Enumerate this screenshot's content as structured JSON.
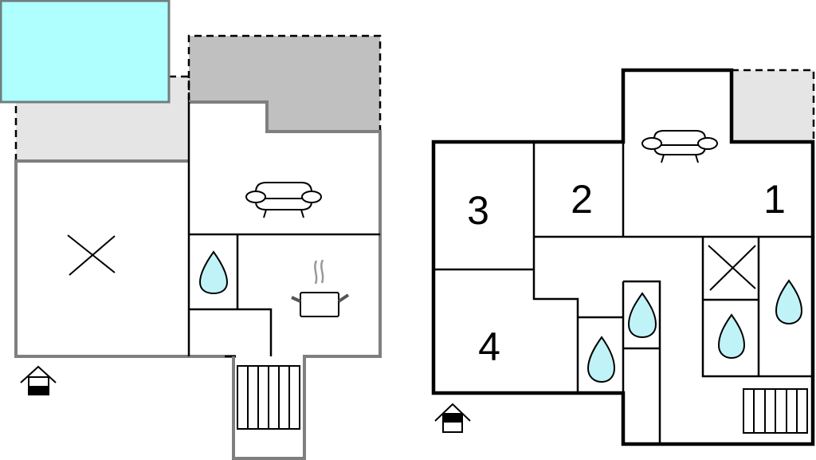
{
  "colors": {
    "pool": "#b0ffff",
    "terrace_light": "#e5e5e5",
    "terrace_dark": "#c0c0c0",
    "drop": "#bff3f8"
  },
  "ground_floor": {
    "icons": [
      "pool",
      "terrace",
      "sofa-icon",
      "bedroom-x-icon",
      "bathroom-drop-icon",
      "cooking-pot-icon",
      "stairs-icon",
      "entrance-house-icon"
    ]
  },
  "first_floor": {
    "rooms": [
      {
        "label": "1"
      },
      {
        "label": "2"
      },
      {
        "label": "3"
      },
      {
        "label": "4"
      }
    ]
  }
}
